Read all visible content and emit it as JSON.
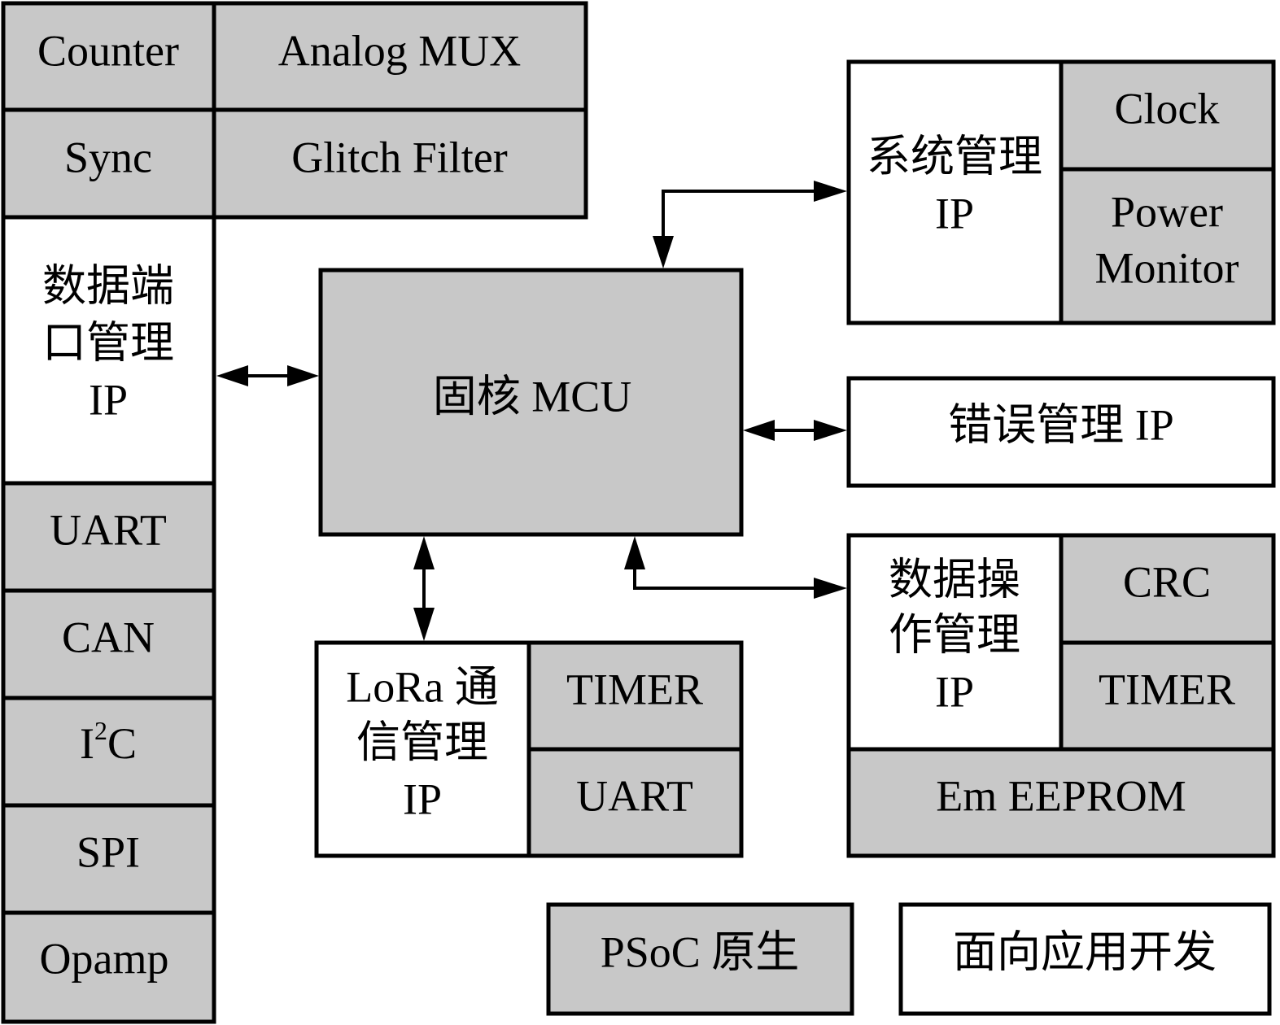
{
  "colors": {
    "psoc_native": "#c8c8c8",
    "application_dev": "#ffffff",
    "line": "#000000"
  },
  "top_left": {
    "counter": "Counter",
    "analog_mux": "Analog MUX",
    "sync": "Sync",
    "glitch_filter": "Glitch Filter"
  },
  "data_port_ip": {
    "line1": "数据端",
    "line2": "口管理",
    "line3": "IP"
  },
  "left_column": {
    "uart": "UART",
    "can": "CAN",
    "i2c_i": "I",
    "i2c_sup": "2",
    "i2c_c": "C",
    "spi": "SPI",
    "opamp": "Opamp"
  },
  "mcu": {
    "label": "固核 MCU"
  },
  "system_mgmt": {
    "line1": "系统管理",
    "line2": "IP",
    "clock": "Clock",
    "power_line1": "Power",
    "power_line2": "Monitor"
  },
  "error_mgmt": {
    "label": "错误管理 IP"
  },
  "data_op": {
    "line1": "数据操",
    "line2": "作管理",
    "line3": "IP",
    "crc": "CRC",
    "timer": "TIMER",
    "eeprom": "Em EEPROM"
  },
  "lora": {
    "line1": "LoRa 通",
    "line2": "信管理",
    "line3": "IP",
    "timer": "TIMER",
    "uart": "UART"
  },
  "legend": {
    "psoc_native": "PSoC 原生",
    "app_dev": "面向应用开发"
  }
}
